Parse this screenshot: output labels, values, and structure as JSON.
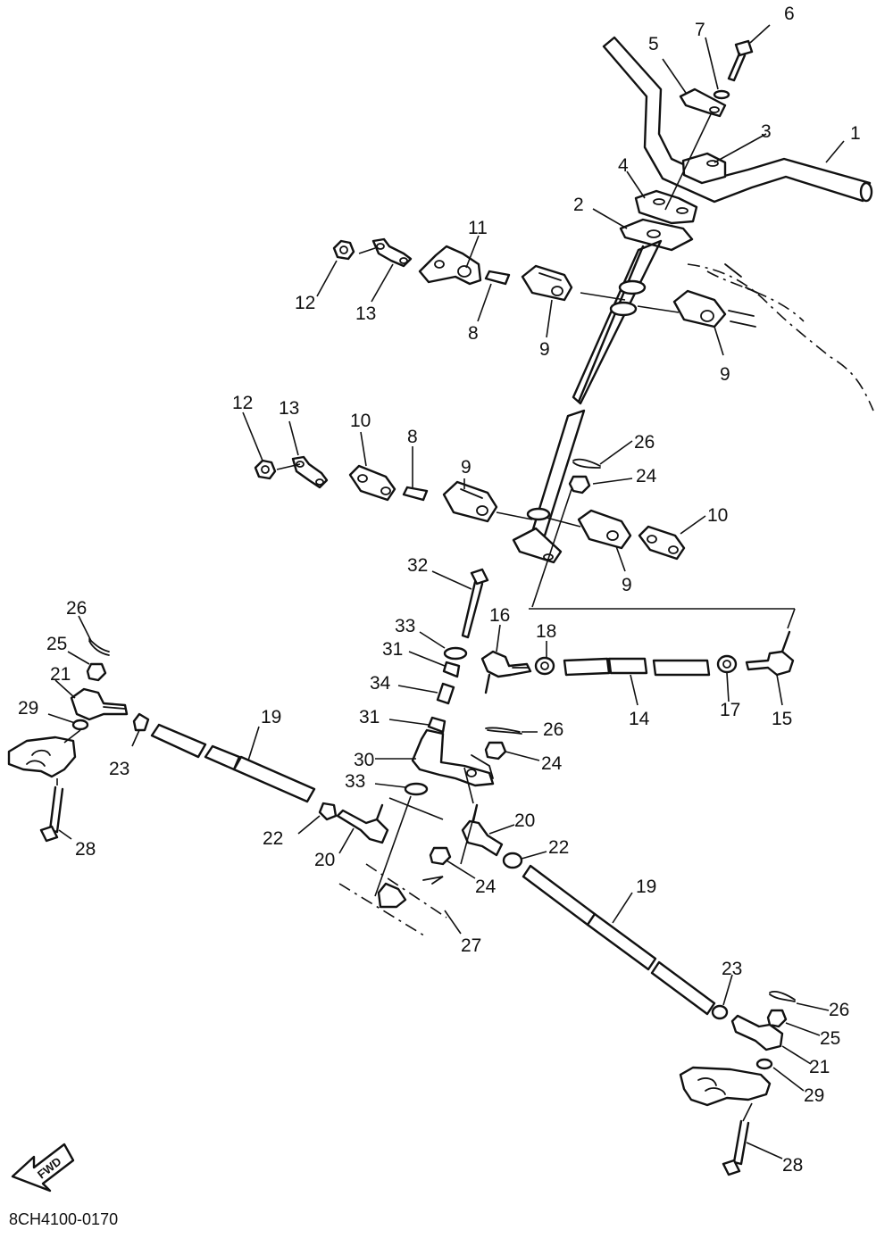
{
  "diagram_code": "8CH4100-0170",
  "fwd_label": "FWD",
  "callouts": [
    {
      "id": "c-1",
      "text": "1"
    },
    {
      "id": "c-2",
      "text": "2"
    },
    {
      "id": "c-3",
      "text": "3"
    },
    {
      "id": "c-4",
      "text": "4"
    },
    {
      "id": "c-5",
      "text": "5"
    },
    {
      "id": "c-6",
      "text": "6"
    },
    {
      "id": "c-7",
      "text": "7"
    },
    {
      "id": "c-8a",
      "text": "8"
    },
    {
      "id": "c-8b",
      "text": "8"
    },
    {
      "id": "c-9a",
      "text": "9"
    },
    {
      "id": "c-9b",
      "text": "9"
    },
    {
      "id": "c-9c",
      "text": "9"
    },
    {
      "id": "c-9d",
      "text": "9"
    },
    {
      "id": "c-10a",
      "text": "10"
    },
    {
      "id": "c-10b",
      "text": "10"
    },
    {
      "id": "c-11",
      "text": "11"
    },
    {
      "id": "c-12a",
      "text": "12"
    },
    {
      "id": "c-12b",
      "text": "12"
    },
    {
      "id": "c-13a",
      "text": "13"
    },
    {
      "id": "c-13b",
      "text": "13"
    },
    {
      "id": "c-14",
      "text": "14"
    },
    {
      "id": "c-15",
      "text": "15"
    },
    {
      "id": "c-16",
      "text": "16"
    },
    {
      "id": "c-17",
      "text": "17"
    },
    {
      "id": "c-18",
      "text": "18"
    },
    {
      "id": "c-19a",
      "text": "19"
    },
    {
      "id": "c-19b",
      "text": "19"
    },
    {
      "id": "c-20a",
      "text": "20"
    },
    {
      "id": "c-20b",
      "text": "20"
    },
    {
      "id": "c-21a",
      "text": "21"
    },
    {
      "id": "c-21b",
      "text": "21"
    },
    {
      "id": "c-22a",
      "text": "22"
    },
    {
      "id": "c-22b",
      "text": "22"
    },
    {
      "id": "c-23a",
      "text": "23"
    },
    {
      "id": "c-23b",
      "text": "23"
    },
    {
      "id": "c-24a",
      "text": "24"
    },
    {
      "id": "c-24b",
      "text": "24"
    },
    {
      "id": "c-24c",
      "text": "24"
    },
    {
      "id": "c-25a",
      "text": "25"
    },
    {
      "id": "c-25b",
      "text": "25"
    },
    {
      "id": "c-26a",
      "text": "26"
    },
    {
      "id": "c-26b",
      "text": "26"
    },
    {
      "id": "c-26c",
      "text": "26"
    },
    {
      "id": "c-26d",
      "text": "26"
    },
    {
      "id": "c-27",
      "text": "27"
    },
    {
      "id": "c-28a",
      "text": "28"
    },
    {
      "id": "c-28b",
      "text": "28"
    },
    {
      "id": "c-29a",
      "text": "29"
    },
    {
      "id": "c-29b",
      "text": "29"
    },
    {
      "id": "c-30",
      "text": "30"
    },
    {
      "id": "c-31a",
      "text": "31"
    },
    {
      "id": "c-31b",
      "text": "31"
    },
    {
      "id": "c-32",
      "text": "32"
    },
    {
      "id": "c-33a",
      "text": "33"
    },
    {
      "id": "c-33b",
      "text": "33"
    },
    {
      "id": "c-34",
      "text": "34"
    }
  ]
}
